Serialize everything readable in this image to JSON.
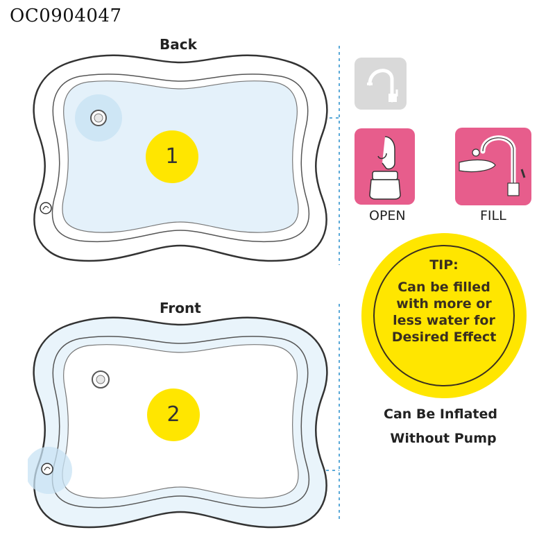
{
  "product_code": "OC0904047",
  "back_view": {
    "label": "Back",
    "step": "1"
  },
  "front_view": {
    "label": "Front",
    "step": "2"
  },
  "steps": [
    {
      "caption": "OPEN",
      "icon": "bottle-cap-icon"
    },
    {
      "caption": "FILL",
      "icon": "faucet-icon"
    }
  ],
  "faded_icon": "faucet-icon",
  "tip": {
    "heading": "TIP:",
    "lines": [
      "Can be filled",
      "with more or",
      "less water for",
      "Desired Effect"
    ]
  },
  "note": {
    "lines": [
      "Can Be Inflated",
      "Without Pump"
    ]
  },
  "colors": {
    "accent_yellow": "#ffe600",
    "tile_pink": "#e75d8c",
    "water_blue": "#e4f1fa",
    "guide_blue": "#5aa9d8"
  }
}
